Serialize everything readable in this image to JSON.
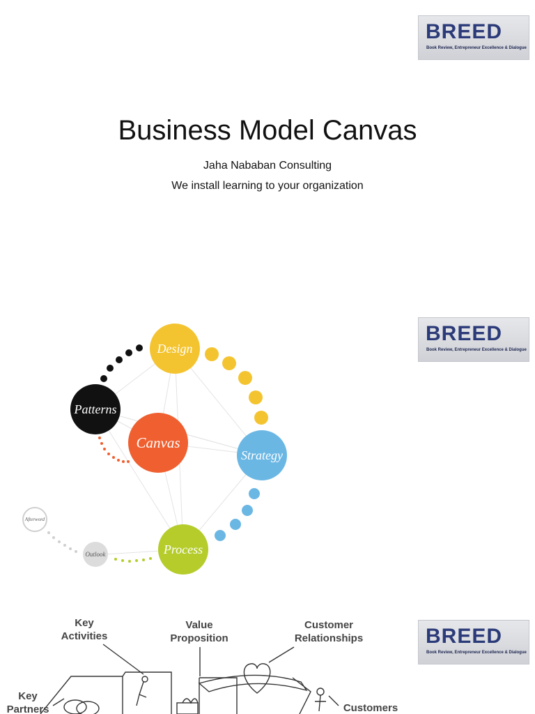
{
  "logo": {
    "brand": "BREED",
    "tagline": "Book Review, Entrepreneur Excellence & Dialogue"
  },
  "slide1": {
    "title": "Business Model Canvas",
    "subtitle_line1": "Jaha Nababan Consulting",
    "subtitle_line2": "We install learning to your organization"
  },
  "slide2": {
    "nodes": {
      "design": "Design",
      "patterns": "Patterns",
      "canvas": "Canvas",
      "strategy": "Strategy",
      "process": "Process",
      "outlook": "Outlook",
      "afterword": "Afterword"
    },
    "colors": {
      "design": "#f4c430",
      "patterns": "#111111",
      "canvas": "#ef5f2f",
      "strategy": "#6bb7e4",
      "process": "#b5cc2b"
    }
  },
  "slide3": {
    "key_activities": "Key\nActivities",
    "value_proposition": "Value\nProposition",
    "customer_relationships": "Customer\nRelationships",
    "key_partners": "Key\nPartners",
    "customers": "Customers"
  }
}
